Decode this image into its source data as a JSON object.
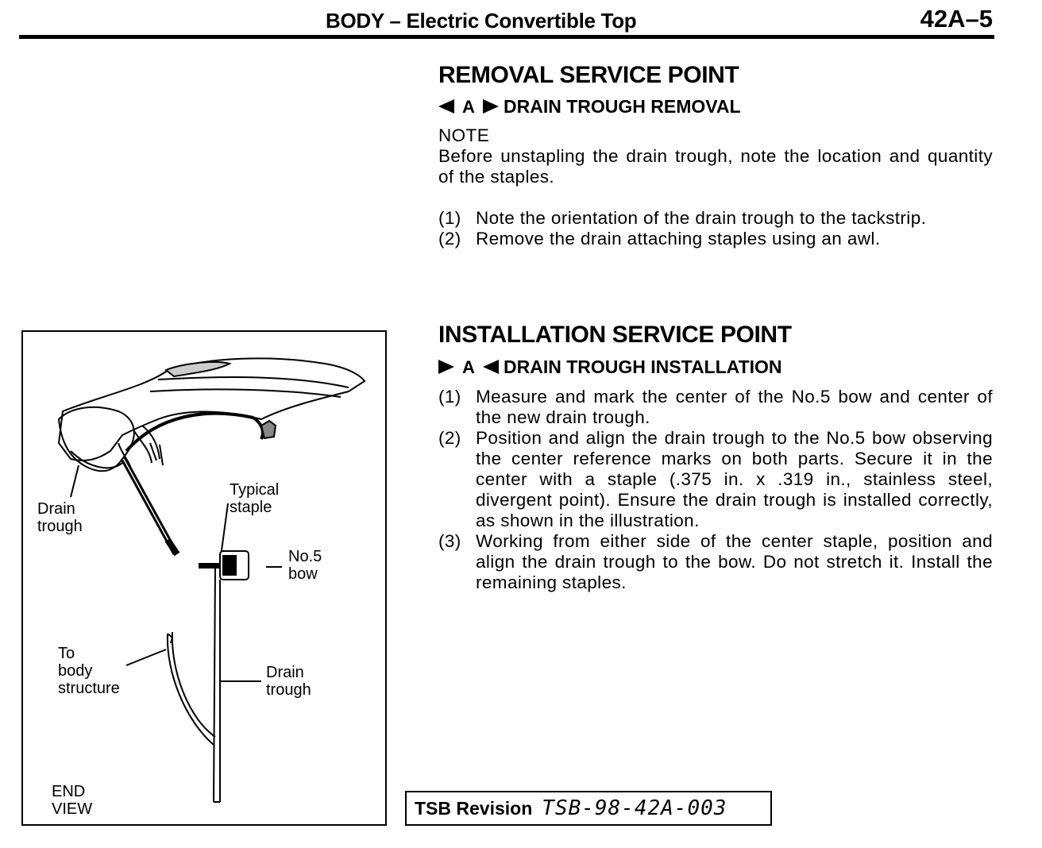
{
  "header": {
    "title": "BODY – Electric Convertible Top",
    "page": "42A–5"
  },
  "removal": {
    "heading": "REMOVAL SERVICE POINT",
    "sub_symbol": "◀A▶",
    "sub_heading": "DRAIN TROUGH REMOVAL",
    "note_label": "NOTE",
    "note_text": "Before unstapling the drain trough, note the location and quantity of the staples.",
    "steps": [
      {
        "num": "(1)",
        "text": "Note the orientation of the drain trough to the tackstrip."
      },
      {
        "num": "(2)",
        "text": "Remove the drain attaching staples using an awl."
      }
    ]
  },
  "installation": {
    "heading": "INSTALLATION SERVICE POINT",
    "sub_symbol": "▶A◀",
    "sub_heading": "DRAIN TROUGH INSTALLATION",
    "steps": [
      {
        "num": "(1)",
        "text": "Measure and mark the center of the No.5 bow and center of the new drain trough."
      },
      {
        "num": "(2)",
        "text": "Position and align the drain trough to the No.5 bow observing the center reference marks on both parts. Secure it in the center with a staple (.375 in. x .319 in., stainless steel, divergent point). Ensure the drain trough is installed correctly, as shown in the illustration."
      },
      {
        "num": "(3)",
        "text": "Working from either side of the center staple, position and align the drain trough to the bow. Do not stretch it. Install the remaining staples."
      }
    ]
  },
  "figure": {
    "label_drain_trough_top": [
      "Drain",
      "trough"
    ],
    "label_typical_staple": [
      "Typical",
      "staple"
    ],
    "label_no5_bow": [
      "No.5",
      "bow"
    ],
    "label_to_body": [
      "To",
      "body",
      "structure"
    ],
    "label_drain_trough_bottom": [
      "Drain",
      "trough"
    ],
    "label_end_view": [
      "END",
      "VIEW"
    ]
  },
  "footer": {
    "tsb_label": "TSB Revision",
    "tsb_number": "TSB-98-42A-003"
  }
}
